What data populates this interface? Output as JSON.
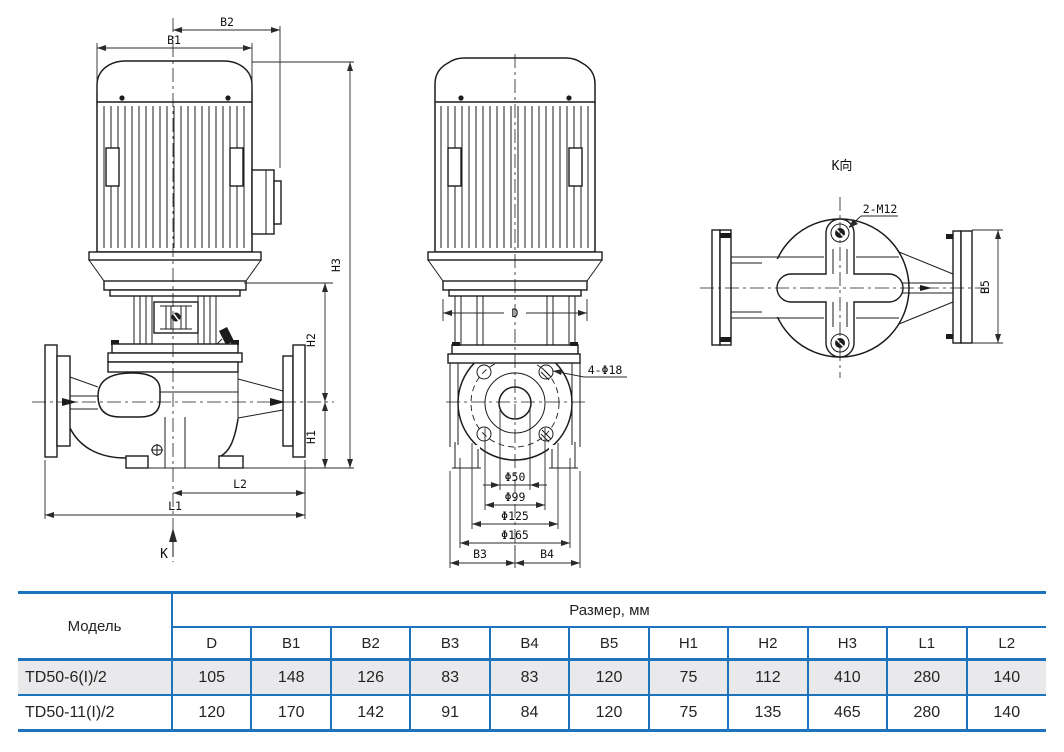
{
  "colors": {
    "table-border": "#1d74bd",
    "row-shaded": "#e9e9eb",
    "line": "#1c1c1c",
    "dim": "#2a2a2a"
  },
  "drawing": {
    "front_view": {
      "dim_b2": "B2",
      "dim_b1": "B1",
      "dim_h3": "H3",
      "dim_h2": "H2",
      "dim_h1": "H1",
      "dim_l2": "L2",
      "dim_l1": "L1",
      "view_arrow_label": "K"
    },
    "side_view": {
      "dim_d": "D",
      "bolt_callout": "4-Φ18",
      "dim_phi50": "Φ50",
      "dim_phi99": "Φ99",
      "dim_phi125": "Φ125",
      "dim_phi165": "Φ165",
      "dim_b3": "B3",
      "dim_b4": "B4"
    },
    "k_view": {
      "title": "K向",
      "bolt_callout": "2-M12",
      "dim_b5": "B5"
    }
  },
  "table": {
    "model_header": "Модель",
    "size_header": "Размер, мм",
    "columns": [
      "D",
      "B1",
      "B2",
      "B3",
      "B4",
      "B5",
      "H1",
      "H2",
      "H3",
      "L1",
      "L2"
    ],
    "rows": [
      {
        "model": "TD50-6(I)/2",
        "values": [
          "105",
          "148",
          "126",
          "83",
          "83",
          "120",
          "75",
          "112",
          "410",
          "280",
          "140"
        ]
      },
      {
        "model": "TD50-11(I)/2",
        "values": [
          "120",
          "170",
          "142",
          "91",
          "84",
          "120",
          "75",
          "135",
          "465",
          "280",
          "140"
        ]
      }
    ]
  }
}
